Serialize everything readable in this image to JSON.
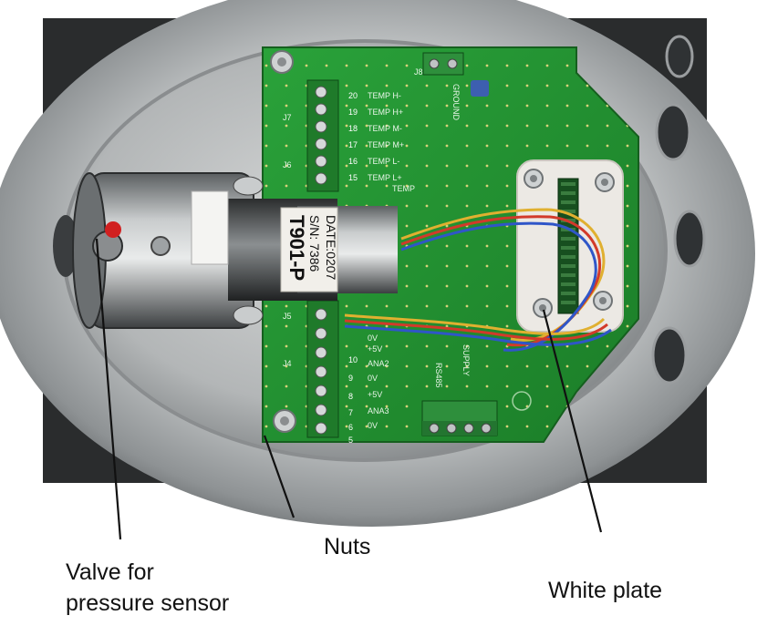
{
  "photo": {
    "description_subject": "photo-of-sensor-housing-interior",
    "board_labels": {
      "terminal_rows_top": [
        "20",
        "19",
        "18",
        "17",
        "16",
        "15"
      ],
      "terminal_rows_top_text": [
        "TEMP H-",
        "TEMP H+",
        "TEMP M-",
        "TEMP M+",
        "TEMP L-",
        "TEMP L+"
      ],
      "temp_label": "TEMP",
      "ground": "GROUND",
      "connectors": {
        "j7": "J7",
        "j6": "J6",
        "j5": "J5",
        "j4": "J4",
        "j8": "J8"
      },
      "terminal_rows_bottom": [
        "10",
        "9",
        "8",
        "7",
        "6",
        "5"
      ],
      "terminal_rows_bottom_text": [
        "0V",
        "+5V",
        "ANA2",
        "0V",
        "+5V",
        "ANA3",
        "0V"
      ],
      "rs485": "RS485",
      "supply": "SUPPLY"
    },
    "sensor_label": {
      "line1": "T901-P",
      "line2": "S/N: 7386",
      "line3": "DATE:0207"
    }
  },
  "annotations": {
    "valve": {
      "line1": "Valve for",
      "line2": "pressure sensor"
    },
    "nuts": "Nuts",
    "white_plate": "White plate"
  },
  "colors": {
    "board_green": "#1f8f2e",
    "housing_metal": "#b9bcbd",
    "white_plate": "#ece9e4",
    "background": "#ffffff"
  }
}
